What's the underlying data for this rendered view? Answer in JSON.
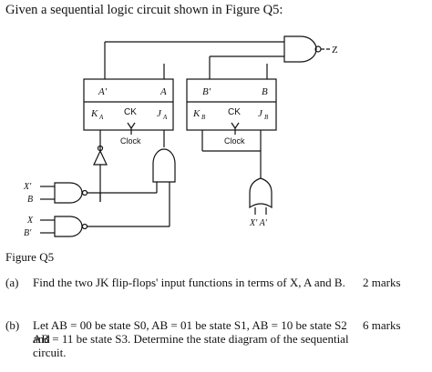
{
  "question": {
    "title": "Given a sequential logic circuit shown in Figure Q5:"
  },
  "figure": {
    "caption": "Figure Q5",
    "output_label": "Z",
    "flipflop_a": {
      "q_bar": "A'",
      "q": "A",
      "k": "K",
      "k_sub": "A",
      "clk": "CK",
      "j": "J",
      "j_sub": "A",
      "clock": "Clock"
    },
    "flipflop_b": {
      "q_bar": "B'",
      "q": "B",
      "k": "K",
      "k_sub": "B",
      "clk": "CK",
      "j": "J",
      "j_sub": "B",
      "clock": "Clock"
    },
    "inputs": {
      "x_prime": "X'",
      "b": "B",
      "x": "X",
      "b_prime": "B'"
    },
    "or_gate_inputs": "X'  A'"
  },
  "parts": {
    "a": {
      "label": "(a)",
      "text": "Find the two JK flip-flops' input functions in terms of X, A and B.",
      "marks": "2 marks"
    },
    "b": {
      "label": "(b)",
      "line1": "Let AB = 00 be state S0, AB = 01 be state S1, AB = 10 be state S2 and",
      "line2": "AB = 11 be state S3. Determine the state diagram of the sequential",
      "line3": "circuit.",
      "marks": "6 marks"
    }
  }
}
